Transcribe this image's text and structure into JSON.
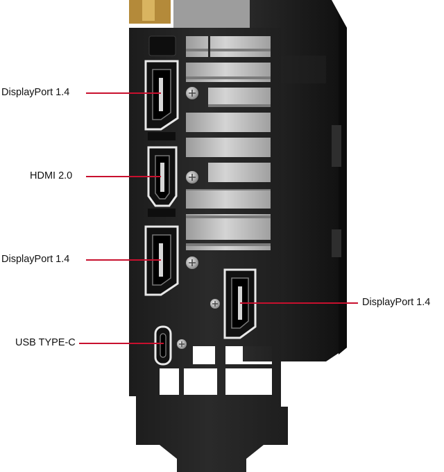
{
  "callouts": [
    {
      "label": "DisplayPort 1.4"
    },
    {
      "label": "HDMI 2.0"
    },
    {
      "label": "DisplayPort 1.4"
    },
    {
      "label": "DisplayPort 1.4"
    },
    {
      "label": "USB TYPE-C"
    }
  ],
  "colors": {
    "callout_line": "#c8102e",
    "bracket": "#232323",
    "shroud": "#1b1b1b",
    "heatsink": "#b9b9b9"
  }
}
